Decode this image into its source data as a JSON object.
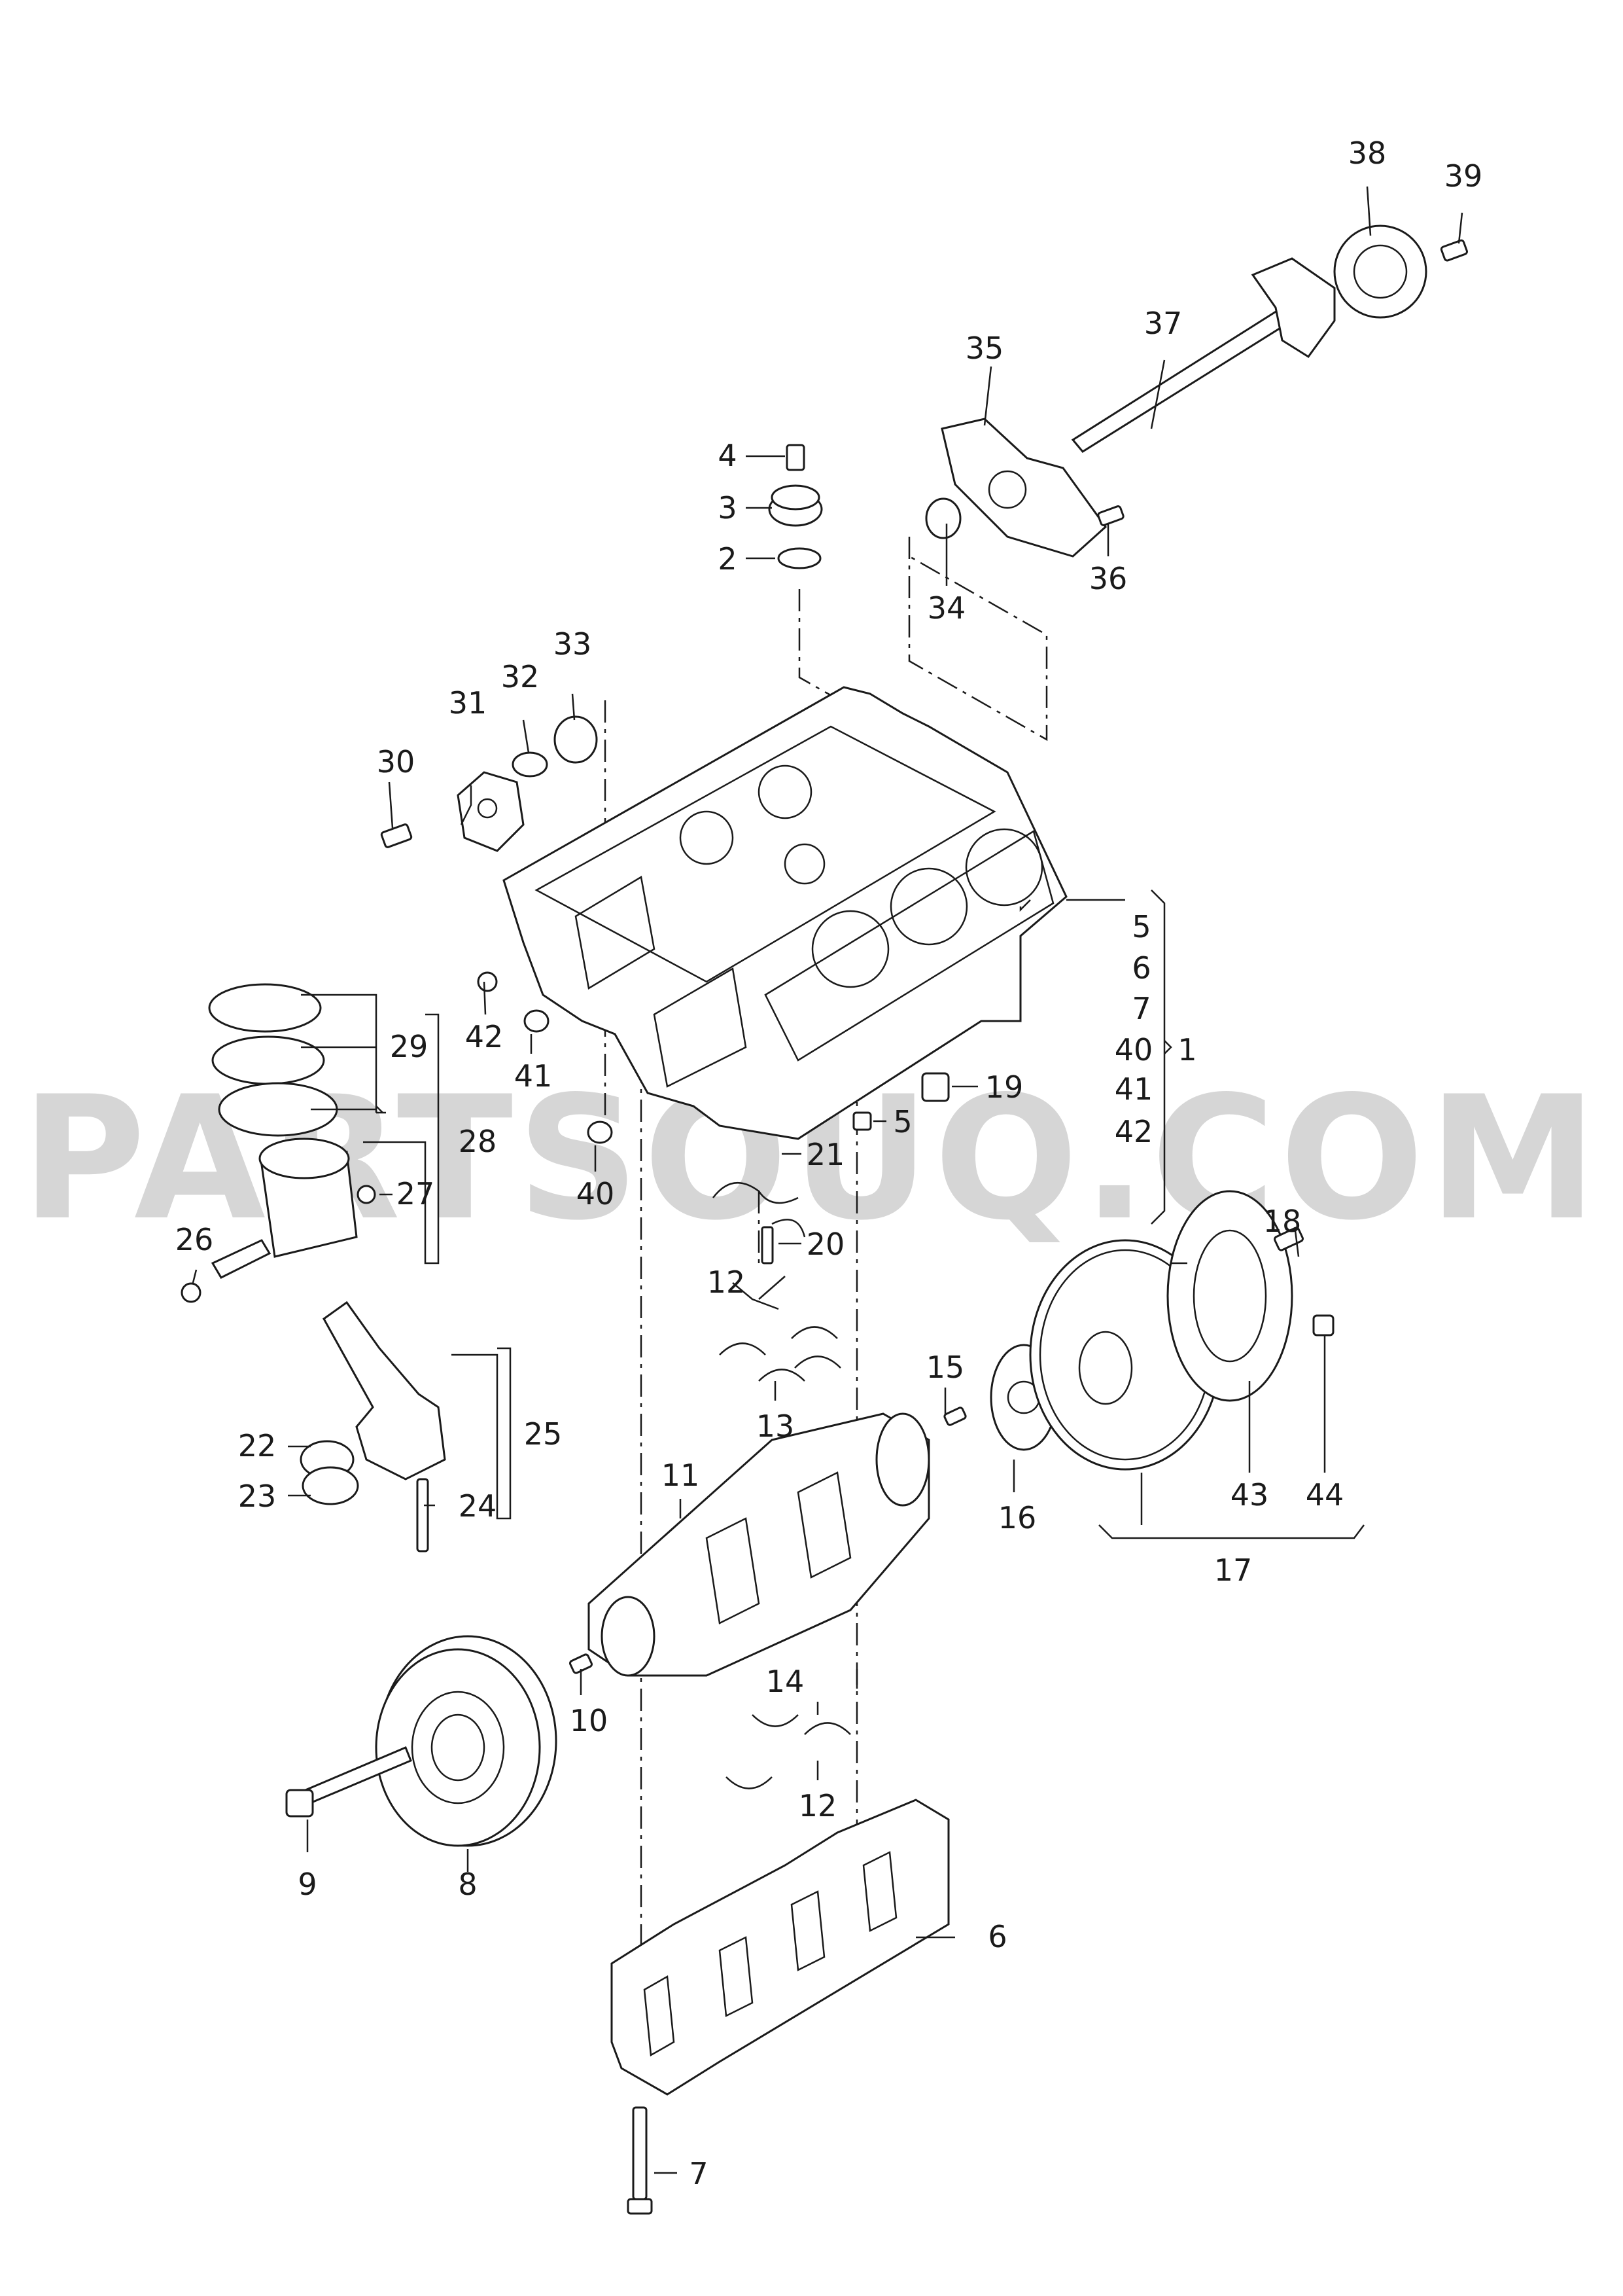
{
  "watermark": "PARTSOUQ.COM",
  "labels": {
    "l1": "1",
    "l2": "2",
    "l3": "3",
    "l4": "4",
    "l5a": "5",
    "l5b": "5",
    "l6a": "6",
    "l6b": "6",
    "l7a": "7",
    "l7b": "7",
    "l8": "8",
    "l9": "9",
    "l10": "10",
    "l11": "11",
    "l12a": "12",
    "l12b": "12",
    "l13": "13",
    "l14": "14",
    "l15": "15",
    "l16": "16",
    "l17": "17",
    "l18": "18",
    "l19": "19",
    "l20": "20",
    "l21": "21",
    "l22": "22",
    "l23": "23",
    "l24": "24",
    "l25": "25",
    "l26": "26",
    "l27": "27",
    "l28": "28",
    "l29": "29",
    "l30": "30",
    "l31": "31",
    "l32": "32",
    "l33": "33",
    "l34": "34",
    "l35": "35",
    "l36": "36",
    "l37": "37",
    "l38": "38",
    "l39": "39",
    "l40a": "40",
    "l40b": "40",
    "l41a": "41",
    "l41b": "41",
    "l42a": "42",
    "l42b": "42",
    "l43": "43",
    "l44": "44"
  }
}
